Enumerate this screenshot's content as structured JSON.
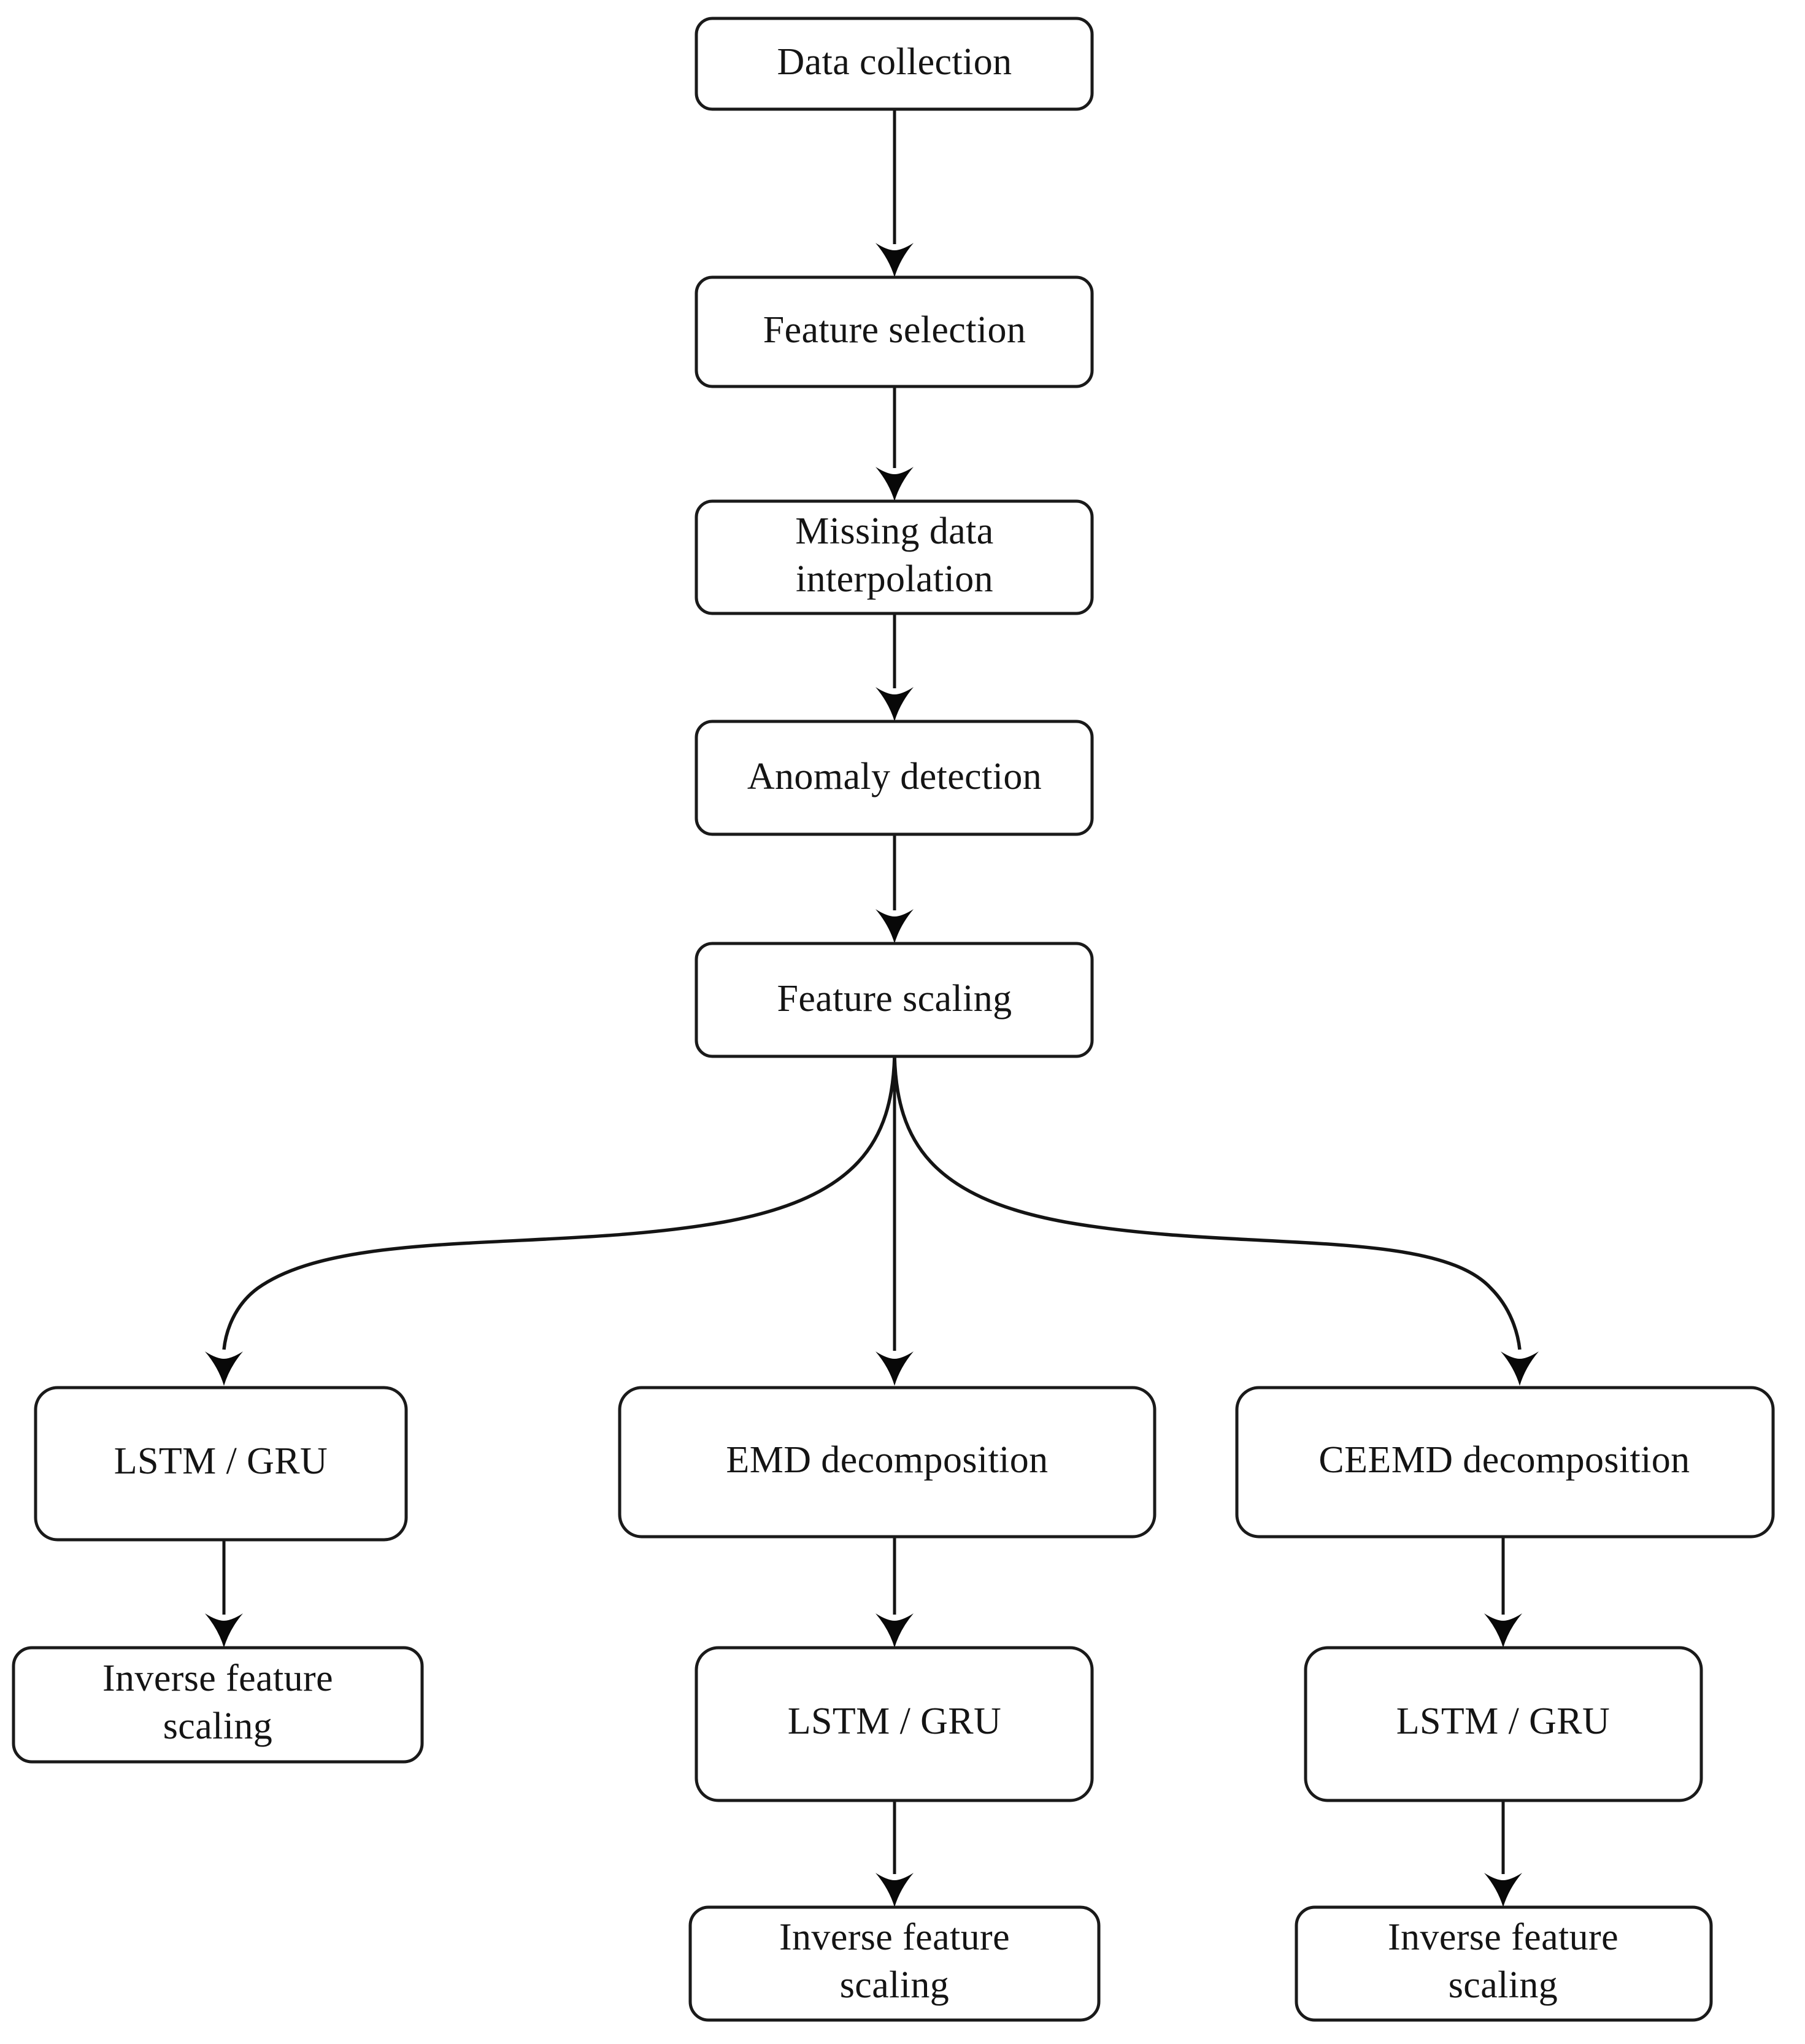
{
  "diagram": {
    "title": "Forecasting pipeline flowchart",
    "type": "flowchart",
    "orientation": "top-to-bottom",
    "background_color": "#ffffff",
    "stroke_color": "#141414",
    "node_fill_color": "#ffffff",
    "nodes": {
      "data_collection": "Data collection",
      "feature_selection": "Feature selection",
      "missing_data_line1": "Missing data",
      "missing_data_line2": "interpolation",
      "anomaly_detection": "Anomaly detection",
      "feature_scaling": "Feature scaling",
      "branch_left_model": "LSTM / GRU",
      "branch_left_inverse_line1": "Inverse feature",
      "branch_left_inverse_line2": "scaling",
      "branch_mid_decomp": "EMD decomposition",
      "branch_mid_model": "LSTM / GRU",
      "branch_mid_inverse_line1": "Inverse feature",
      "branch_mid_inverse_line2": "scaling",
      "branch_right_decomp": "CEEMD decomposition",
      "branch_right_model": "LSTM / GRU",
      "branch_right_inverse_line1": "Inverse feature",
      "branch_right_inverse_line2": "scaling"
    },
    "edges": [
      {
        "from": "Data collection",
        "to": "Feature selection",
        "style": "straight-arrow"
      },
      {
        "from": "Feature selection",
        "to": "Missing data interpolation",
        "style": "straight-arrow"
      },
      {
        "from": "Missing data interpolation",
        "to": "Anomaly detection",
        "style": "straight-arrow"
      },
      {
        "from": "Anomaly detection",
        "to": "Feature scaling",
        "style": "straight-arrow"
      },
      {
        "from": "Feature scaling",
        "to": "LSTM / GRU",
        "style": "curved-fan-left"
      },
      {
        "from": "Feature scaling",
        "to": "EMD decomposition",
        "style": "straight-fan-center"
      },
      {
        "from": "Feature scaling",
        "to": "CEEMD decomposition",
        "style": "curved-fan-right"
      },
      {
        "from": "LSTM / GRU",
        "to": "Inverse feature scaling",
        "style": "straight-arrow"
      },
      {
        "from": "EMD decomposition",
        "to": "LSTM / GRU",
        "style": "straight-arrow"
      },
      {
        "from": "LSTM / GRU",
        "to": "Inverse feature scaling",
        "style": "straight-arrow"
      },
      {
        "from": "CEEMD decomposition",
        "to": "LSTM / GRU",
        "style": "straight-arrow"
      },
      {
        "from": "LSTM / GRU",
        "to": "Inverse feature scaling",
        "style": "straight-arrow"
      }
    ]
  }
}
